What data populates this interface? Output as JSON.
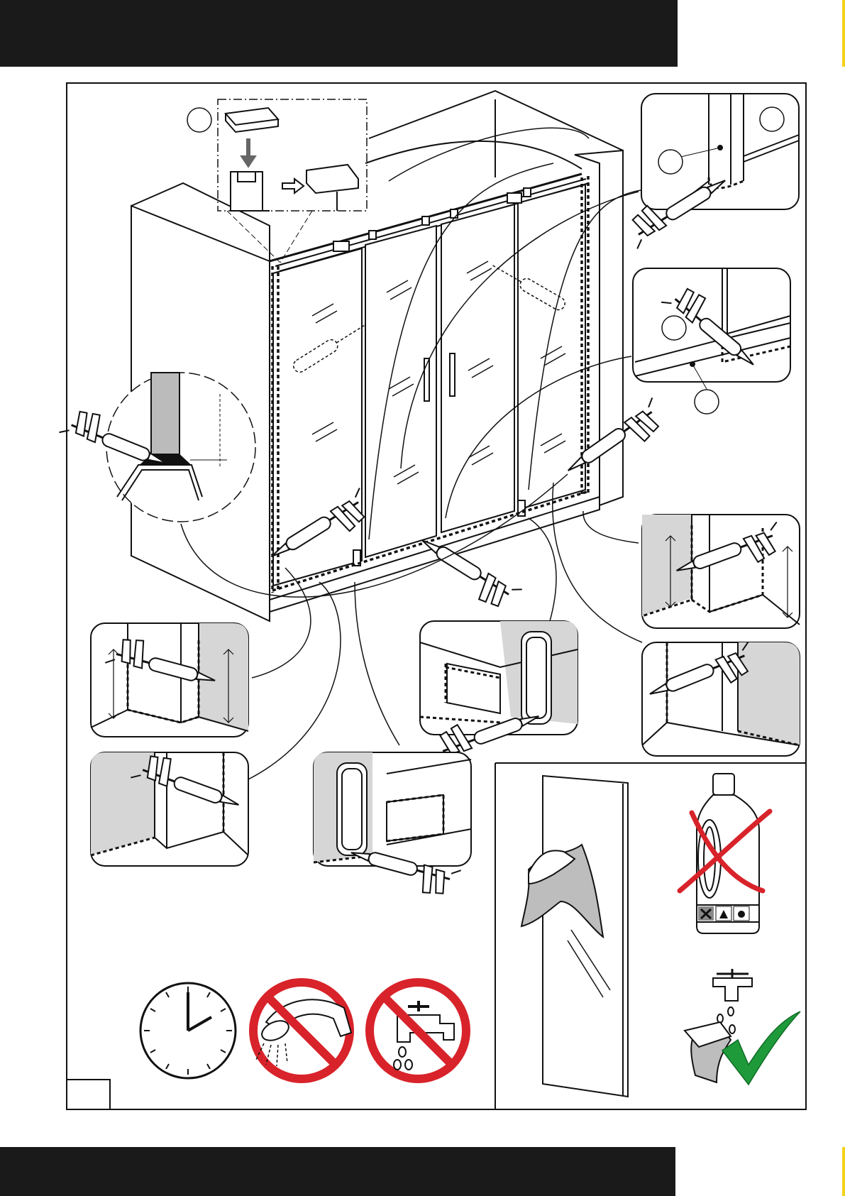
{
  "page": {
    "number": ""
  },
  "colors": {
    "band": "#1a1a1a",
    "accent": "#f3d21a",
    "ink": "#111111",
    "wall_gray": "#d6d6d6",
    "prohibit_red": "#d8232a",
    "check_green": "#1f9a3a"
  },
  "figures": [
    "overview-enclosure",
    "detail-cap-fitting",
    "detail-silicone-profile",
    "detail-wall-profile-top-right",
    "detail-threshold-right",
    "detail-left-inner-corner",
    "detail-left-outer-corner",
    "detail-right-inner-corner",
    "detail-right-outer-corner",
    "detail-door-bumper-right",
    "detail-door-bumper-left",
    "clock-wait",
    "no-shower",
    "no-tap-water",
    "glass-wipe",
    "no-chemical-cleaner",
    "rinse-with-water-ok"
  ],
  "icons": {
    "clock": "clock-icon",
    "no_shower": "no-shower-icon",
    "no_tap": "no-tap-icon",
    "cleaner": "cleaner-bottle-icon",
    "cross": "red-cross-icon",
    "check": "green-check-icon",
    "silicone_gun": "silicone-gun-icon",
    "cloth": "cloth-icon",
    "hazard_labels": [
      "harmful-icon",
      "flammable-icon",
      "fire-icon"
    ]
  }
}
